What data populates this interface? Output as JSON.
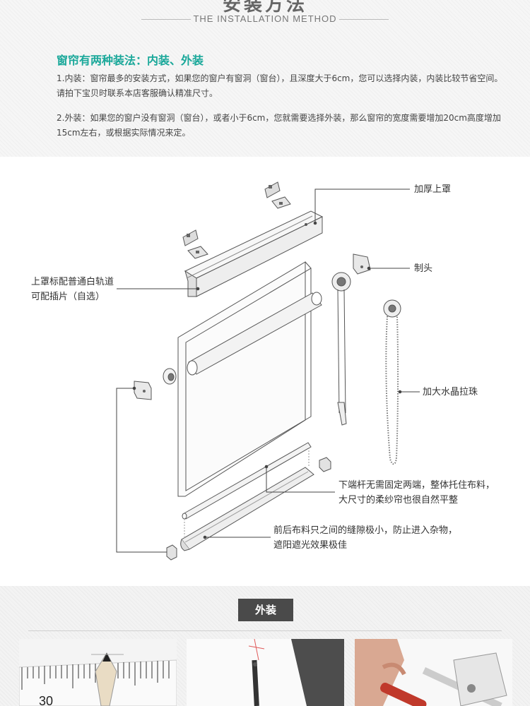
{
  "header": {
    "title_cn": "安装方法",
    "title_en": "THE INSTALLATION METHOD"
  },
  "intro": {
    "heading": "窗帘有两种装法：内装、外装",
    "p1": "1.内装：窗帘最多的安装方式，如果您的窗户有窗洞（窗台），且深度大于6cm，您可以选择内装，内装比较节省空间。请拍下宝贝时联系本店客服确认精准尺寸。",
    "p2": "2.外装：如果您的窗户没有窗洞（窗台），或者小于6cm，您就需要选择外装，那么窗帘的宽度需要增加20cm高度增加15cm左右，或根据实际情况来定。"
  },
  "callouts": {
    "top_cover": "加厚上罩",
    "rail_line1": "上罩标配普通白轨道",
    "rail_line2": "可配插片（自选）",
    "control_head": "制头",
    "bead_chain": "加大水晶拉珠",
    "bottom_bar_line1": "下端杆无需固定两端，整体托住布料，",
    "bottom_bar_line2": "大尺寸的柔纱帘也很自然平整",
    "gap_line1": "前后布料只之间的缝隙极小，防止进入杂物，",
    "gap_line2": "遮阳遮光效果极佳"
  },
  "section": {
    "label": "外装"
  },
  "ruler": {
    "number": "30"
  },
  "icons": [
    "bracket-icon",
    "end-cap-icon",
    "control-head-icon",
    "bead-chain-icon"
  ],
  "colors": {
    "heading": "#1aa89a",
    "badge": "#4a4a4a",
    "line": "#555555"
  }
}
